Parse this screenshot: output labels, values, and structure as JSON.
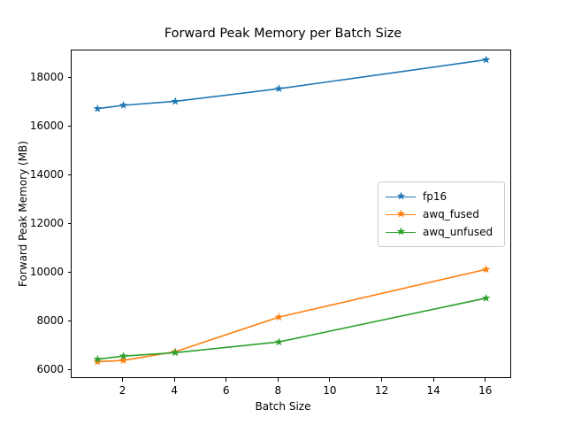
{
  "chart_data": {
    "type": "line",
    "title": "Forward Peak Memory per Batch Size",
    "xlabel": "Batch Size",
    "ylabel": "Forward Peak Memory (MB)",
    "x": [
      1,
      2,
      4,
      8,
      16
    ],
    "xlim": [
      0.0,
      17.0
    ],
    "ylim": [
      5640,
      19130
    ],
    "xticks": [
      2,
      4,
      6,
      8,
      10,
      12,
      14,
      16
    ],
    "xtick_labels": [
      "2",
      "4",
      "6",
      "8",
      "10",
      "12",
      "14",
      "16"
    ],
    "yticks": [
      6000,
      8000,
      10000,
      12000,
      14000,
      16000,
      18000
    ],
    "ytick_labels": [
      "6000",
      "8000",
      "10000",
      "12000",
      "14000",
      "16000",
      "18000"
    ],
    "grid": false,
    "legend_position": "center right",
    "marker": "star",
    "series": [
      {
        "name": "fp16",
        "color": "#1f77b4",
        "values": [
          16740,
          16880,
          17040,
          17560,
          18750
        ]
      },
      {
        "name": "awq_fused",
        "color": "#ff7f0e",
        "values": [
          6350,
          6400,
          6760,
          8180,
          10140
        ]
      },
      {
        "name": "awq_unfused",
        "color": "#2ca02c",
        "values": [
          6450,
          6580,
          6720,
          7160,
          8960
        ]
      }
    ]
  },
  "legend": {
    "entries": [
      "fp16",
      "awq_fused",
      "awq_unfused"
    ]
  }
}
